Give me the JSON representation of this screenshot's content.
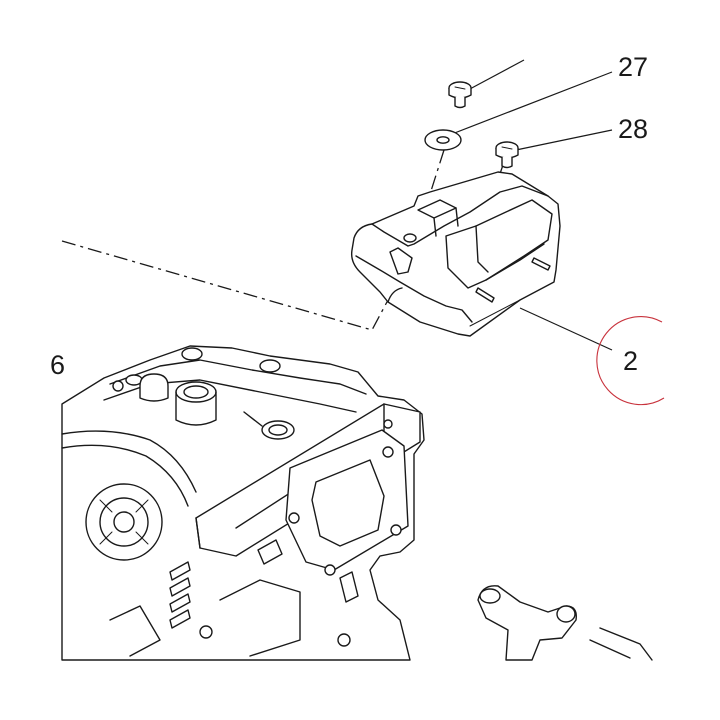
{
  "callouts": {
    "part_27": "27",
    "part_28": "28",
    "part_2": "2",
    "part_partial": "6"
  },
  "colors": {
    "line": "#1a1a1a",
    "highlight_circle": "#c8323c",
    "background": "#ffffff"
  }
}
